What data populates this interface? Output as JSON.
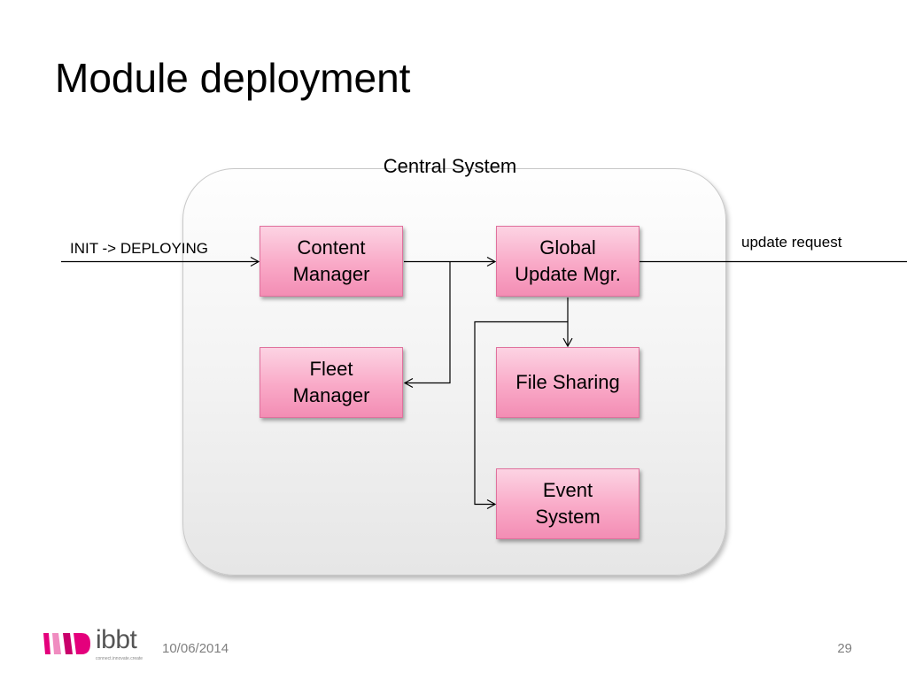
{
  "slide": {
    "title": "Module deployment",
    "footer_date": "10/06/2014",
    "page_number": "29"
  },
  "logo": {
    "wordmark": "ibbt",
    "tagline": "connect.innovate.create",
    "colors": [
      "#e4007c",
      "#f08cc0",
      "#c9006b"
    ]
  },
  "diagram": {
    "container_label": "Central System",
    "modules": {
      "content_manager": {
        "line1": "Content",
        "line2": "Manager"
      },
      "global_update_mgr": {
        "line1": "Global",
        "line2": "Update Mgr."
      },
      "fleet_manager": {
        "line1": "Fleet",
        "line2": "Manager"
      },
      "file_sharing": {
        "line1": "File Sharing"
      },
      "event_system": {
        "line1": "Event",
        "line2": "System"
      }
    },
    "edge_labels": {
      "incoming": "INIT -> DEPLOYING",
      "outgoing": "update request"
    },
    "connections": [
      {
        "from": "external",
        "to": "content_manager",
        "label": "INIT -> DEPLOYING"
      },
      {
        "from": "content_manager",
        "to": "global_update_mgr"
      },
      {
        "from": "content_manager",
        "to": "fleet_manager"
      },
      {
        "from": "global_update_mgr",
        "to": "file_sharing"
      },
      {
        "from": "global_update_mgr",
        "to": "event_system"
      },
      {
        "from": "global_update_mgr",
        "to": "external",
        "label": "update request"
      }
    ],
    "colors": {
      "module_fill": "#f9a9c7",
      "module_border": "#e0719d",
      "container_fill": "#efefef"
    }
  }
}
